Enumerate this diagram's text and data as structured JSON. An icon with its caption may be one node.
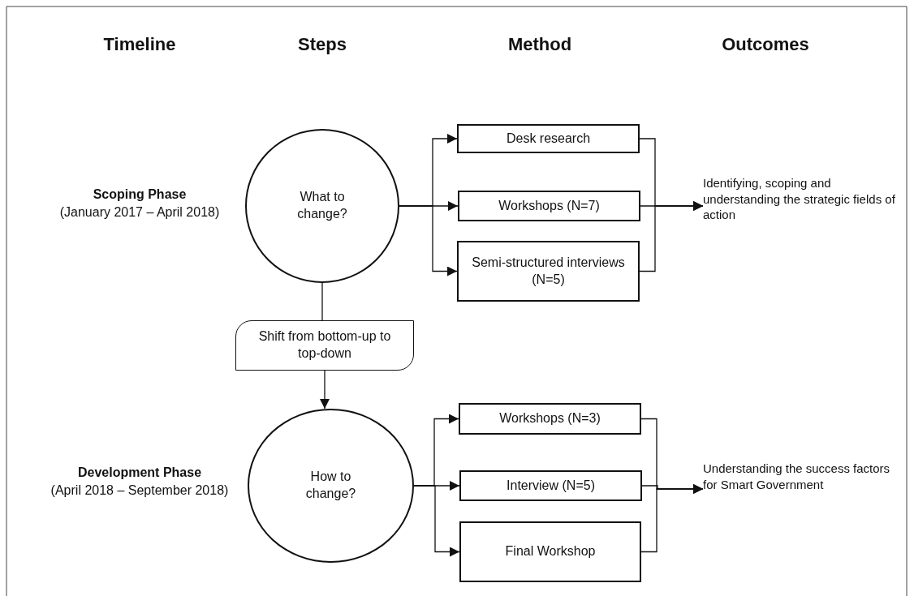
{
  "diagram": {
    "nodes": [
      {
        "text": [
          "What to change?"
        ]
      },
      {
        "text": [
          "Desk research"
        ]
      },
      {
        "text": [
          "Workshops (N=7)"
        ]
      },
      {
        "text": [
          "Semi-structured interviews (N=5)"
        ]
      },
      {
        "text": [
          "Identifying, scoping and understanding the strategic fields of action"
        ]
      },
      {
        "text": [
          "Shift from bottom-up to top-down"
        ]
      },
      {
        "text": [
          "How to change?"
        ]
      },
      {
        "text": [
          "Workshops (N=3)"
        ]
      },
      {
        "text": [
          "Interview (N=5)"
        ]
      },
      {
        "text": [
          "Final Workshop"
        ]
      },
      {
        "text": [
          "Understanding the success factors for Smart Government"
        ]
      }
    ],
    "edges": [
      {
        "from": 0,
        "to": 1,
        "arrow": "to"
      },
      {
        "from": 0,
        "to": 2,
        "arrow": "to"
      },
      {
        "from": 0,
        "to": 3,
        "arrow": "to"
      },
      {
        "from": 1,
        "to": 4,
        "arrow": "to"
      },
      {
        "from": 2,
        "to": 4,
        "arrow": "to"
      },
      {
        "from": 3,
        "to": 4,
        "arrow": "to"
      },
      {
        "from": 0,
        "to": 5,
        "arrow": "none"
      },
      {
        "from": 5,
        "to": 6,
        "arrow": "to"
      },
      {
        "from": 6,
        "to": 7,
        "arrow": "to"
      },
      {
        "from": 6,
        "to": 8,
        "arrow": "to"
      },
      {
        "from": 6,
        "to": 9,
        "arrow": "to"
      },
      {
        "from": 7,
        "to": 10,
        "arrow": "to"
      },
      {
        "from": 8,
        "to": 10,
        "arrow": "to"
      },
      {
        "from": 9,
        "to": 10,
        "arrow": "to"
      }
    ],
    "labels": [
      "Timeline",
      "Steps",
      "Method",
      "Outcomes",
      "Scoping Phase",
      "(January 2017 – April 2018)",
      "Development Phase",
      "(April 2018 – September 2018)"
    ]
  }
}
